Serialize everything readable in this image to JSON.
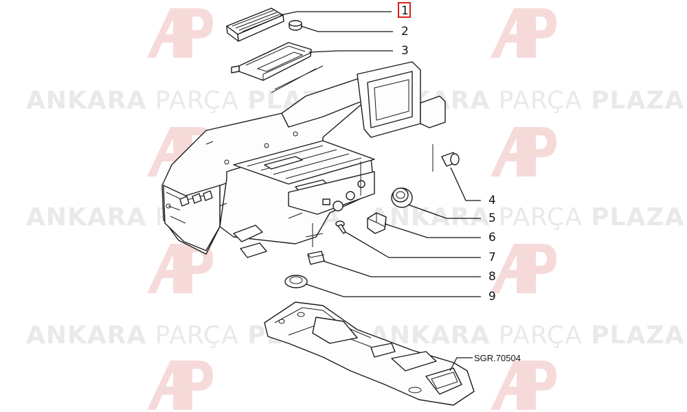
{
  "watermark": {
    "brand_word": "ANKARA",
    "mid_word": "PARÇA",
    "end_word": "PLAZA",
    "logo_mark": "AP",
    "logo_color": "#f6dada",
    "text_color": "#e9e9e9"
  },
  "callouts": {
    "1": "1",
    "2": "2",
    "3": "3",
    "4": "4",
    "5": "5",
    "6": "6",
    "7": "7",
    "8": "8",
    "9": "9"
  },
  "reference_code": "SGR.70504",
  "highlight_color": "#d8201c"
}
